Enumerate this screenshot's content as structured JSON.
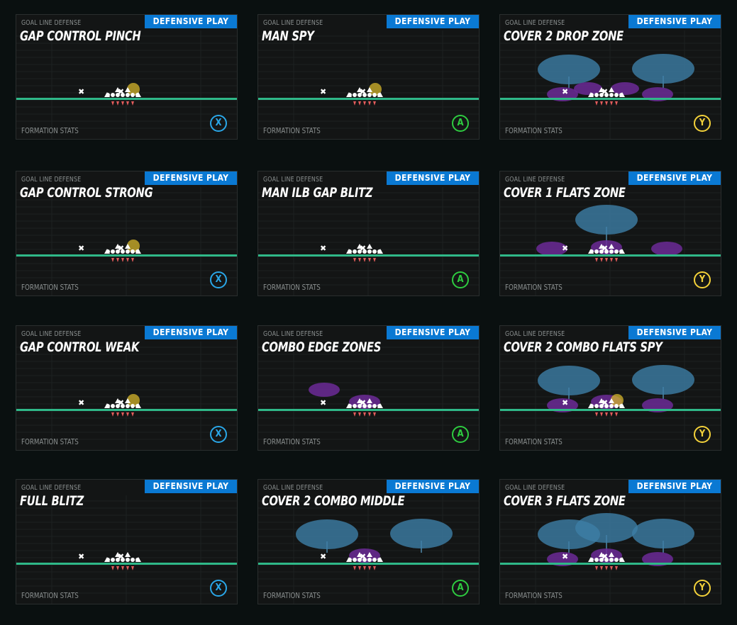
{
  "button_colors": {
    "X": "#2aa7e8",
    "A": "#2ecc40",
    "Y": "#f4d23a"
  },
  "zone_colors": {
    "deep": "#3d7ea6",
    "flat": "#6c2a96",
    "spy": "#d6b52b",
    "line": "#2fb888"
  },
  "plays": [
    {
      "formation": "GOAL LINE DEFENSE",
      "badge": "DEFENSIVE PLAY",
      "title": "GAP CONTROL PINCH",
      "stats": "FORMATION STATS",
      "button": "X",
      "button_icon": "x-button-icon",
      "spy": true,
      "zones": []
    },
    {
      "formation": "GOAL LINE DEFENSE",
      "badge": "DEFENSIVE PLAY",
      "title": "MAN SPY",
      "stats": "FORMATION STATS",
      "button": "A",
      "button_icon": "a-button-icon",
      "spy": true,
      "zones": []
    },
    {
      "formation": "GOAL LINE DEFENSE",
      "badge": "DEFENSIVE PLAY",
      "title": "COVER 2 DROP ZONE",
      "stats": "FORMATION STATS",
      "button": "Y",
      "button_icon": "y-button-icon",
      "spy": false,
      "zones": [
        "deep-left",
        "deep-right",
        "flat-left",
        "flat-right",
        "hook-left",
        "hook-right"
      ]
    },
    {
      "formation": "GOAL LINE DEFENSE",
      "badge": "DEFENSIVE PLAY",
      "title": "GAP CONTROL STRONG",
      "stats": "FORMATION STATS",
      "button": "X",
      "button_icon": "x-button-icon",
      "spy": true,
      "zones": []
    },
    {
      "formation": "GOAL LINE DEFENSE",
      "badge": "DEFENSIVE PLAY",
      "title": "MAN ILB GAP BLITZ",
      "stats": "FORMATION STATS",
      "button": "A",
      "button_icon": "a-button-icon",
      "spy": false,
      "zones": []
    },
    {
      "formation": "GOAL LINE DEFENSE",
      "badge": "DEFENSIVE PLAY",
      "title": "COVER 1 FLATS ZONE",
      "stats": "FORMATION STATS",
      "button": "Y",
      "button_icon": "y-button-icon",
      "spy": false,
      "zones": [
        "deep-middle",
        "flat-wide-left",
        "flat-wide-right",
        "hook-middle"
      ]
    },
    {
      "formation": "GOAL LINE DEFENSE",
      "badge": "DEFENSIVE PLAY",
      "title": "GAP CONTROL WEAK",
      "stats": "FORMATION STATS",
      "button": "X",
      "button_icon": "x-button-icon",
      "spy": true,
      "zones": []
    },
    {
      "formation": "GOAL LINE DEFENSE",
      "badge": "DEFENSIVE PLAY",
      "title": "COMBO EDGE ZONES",
      "stats": "FORMATION STATS",
      "button": "A",
      "button_icon": "a-button-icon",
      "spy": false,
      "zones": [
        "edge-left",
        "hook-middle"
      ]
    },
    {
      "formation": "GOAL LINE DEFENSE",
      "badge": "DEFENSIVE PLAY",
      "title": "COVER 2 COMBO FLATS SPY",
      "stats": "FORMATION STATS",
      "button": "Y",
      "button_icon": "y-button-icon",
      "spy": true,
      "zones": [
        "deep-left",
        "deep-right",
        "flat-left",
        "flat-right",
        "hook-middle"
      ]
    },
    {
      "formation": "GOAL LINE DEFENSE",
      "badge": "DEFENSIVE PLAY",
      "title": "FULL BLITZ",
      "stats": "FORMATION STATS",
      "button": "X",
      "button_icon": "x-button-icon",
      "spy": false,
      "zones": []
    },
    {
      "formation": "GOAL LINE DEFENSE",
      "badge": "DEFENSIVE PLAY",
      "title": "COVER 2 COMBO MIDDLE",
      "stats": "FORMATION STATS",
      "button": "A",
      "button_icon": "a-button-icon",
      "spy": false,
      "zones": [
        "deep-left",
        "deep-right",
        "hook-middle"
      ]
    },
    {
      "formation": "GOAL LINE DEFENSE",
      "badge": "DEFENSIVE PLAY",
      "title": "COVER 3 FLATS ZONE",
      "stats": "FORMATION STATS",
      "button": "Y",
      "button_icon": "y-button-icon",
      "spy": false,
      "zones": [
        "deep-left",
        "deep-middle",
        "deep-right",
        "flat-left",
        "flat-right",
        "hook-middle"
      ]
    }
  ]
}
